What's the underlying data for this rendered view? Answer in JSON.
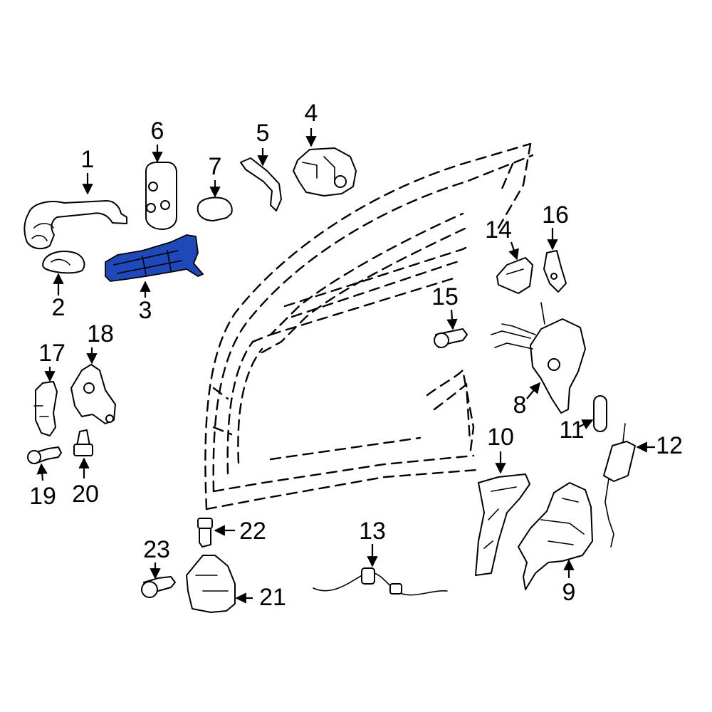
{
  "colors": {
    "highlight": "#1f48b8",
    "line": "#000000",
    "background": "#ffffff"
  },
  "callouts": {
    "c1": "1",
    "c2": "2",
    "c3": "3",
    "c4": "4",
    "c5": "5",
    "c6": "6",
    "c7": "7",
    "c8": "8",
    "c9": "9",
    "c10": "10",
    "c11": "11",
    "c12": "12",
    "c13": "13",
    "c14": "14",
    "c15": "15",
    "c16": "16",
    "c17": "17",
    "c18": "18",
    "c19": "19",
    "c20": "20",
    "c21": "21",
    "c22": "22",
    "c23": "23"
  }
}
